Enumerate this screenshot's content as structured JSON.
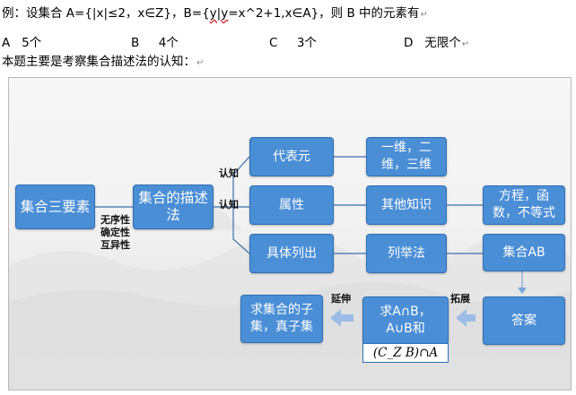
{
  "question": {
    "prefix": "例：设集合 A={|x|≤2，x∈Z}，B={",
    "underlined": "y|y",
    "suffix": "=x^2+1,x∈A}，则 B 中的元素有",
    "para_mark": "↵"
  },
  "options": [
    {
      "letter": "A",
      "text": "5个"
    },
    {
      "letter": "B",
      "text": "4个"
    },
    {
      "letter": "C",
      "text": "3个"
    },
    {
      "letter": "D",
      "text": "无限个"
    }
  ],
  "intro": "本题主要是考察集合描述法的认知：",
  "diagram": {
    "three_elements": "集合三要素",
    "description_method": "集合的描述法",
    "representative": "代表元",
    "property": "属性",
    "listing": "具体列出",
    "dimensions": "一维，二维，三维",
    "other_knowledge": "其他知识",
    "enumeration": "列举法",
    "equations": "方程，函数，不等式",
    "set_ab": "集合AB",
    "answer": "答案",
    "find_ops": "求A∩B，A∪B和",
    "formula": "(C_Z B)∩A",
    "find_subsets": "求集合的子集，真子集",
    "label_recog1": "认知",
    "label_recog2": "认知",
    "label_props": [
      "无序性",
      "确定性",
      "互异性"
    ],
    "label_extend": "延伸",
    "label_expand": "拓展",
    "box_color": "#4a8ed6",
    "arrow_color": "#9bbce6"
  }
}
